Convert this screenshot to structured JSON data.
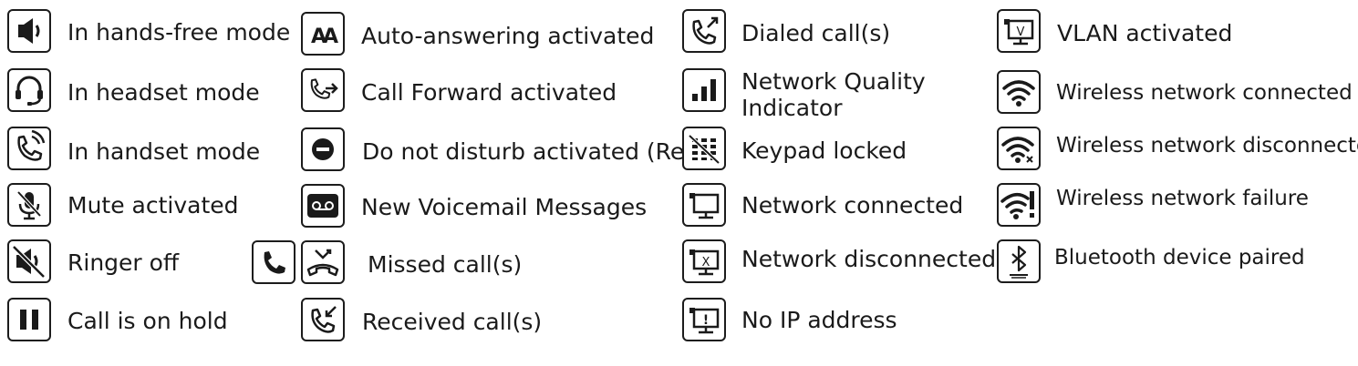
{
  "col1": {
    "handsfree": "In hands-free mode",
    "headset": "In headset mode",
    "handset": "In handset mode",
    "mute": "Mute activated",
    "ringer_off": "Ringer off",
    "hold": "Call is on hold"
  },
  "col2": {
    "auto_answer": "Auto-answering activated",
    "call_forward": "Call Forward activated",
    "dnd": "Do not disturb activated (Red)",
    "voicemail": "New Voicemail Messages",
    "missed": "Missed call(s)",
    "received": "Received call(s)"
  },
  "col3": {
    "dialed": "Dialed call(s)",
    "network_quality": "Network Quality Indicator",
    "keypad_locked": "Keypad locked",
    "net_connected": "Network connected",
    "net_disconnected": "Network disconnected",
    "no_ip": "No IP address"
  },
  "col4": {
    "vlan": "VLAN activated",
    "wifi_connected": "Wireless network connected",
    "wifi_disconnected": "Wireless network disconnected",
    "wifi_failure": "Wireless network failure",
    "bluetooth": "Bluetooth device paired"
  },
  "glyphs": {
    "auto_answer": "AA",
    "vlan": "V",
    "net_disconnected": "X",
    "no_ip": "!"
  }
}
